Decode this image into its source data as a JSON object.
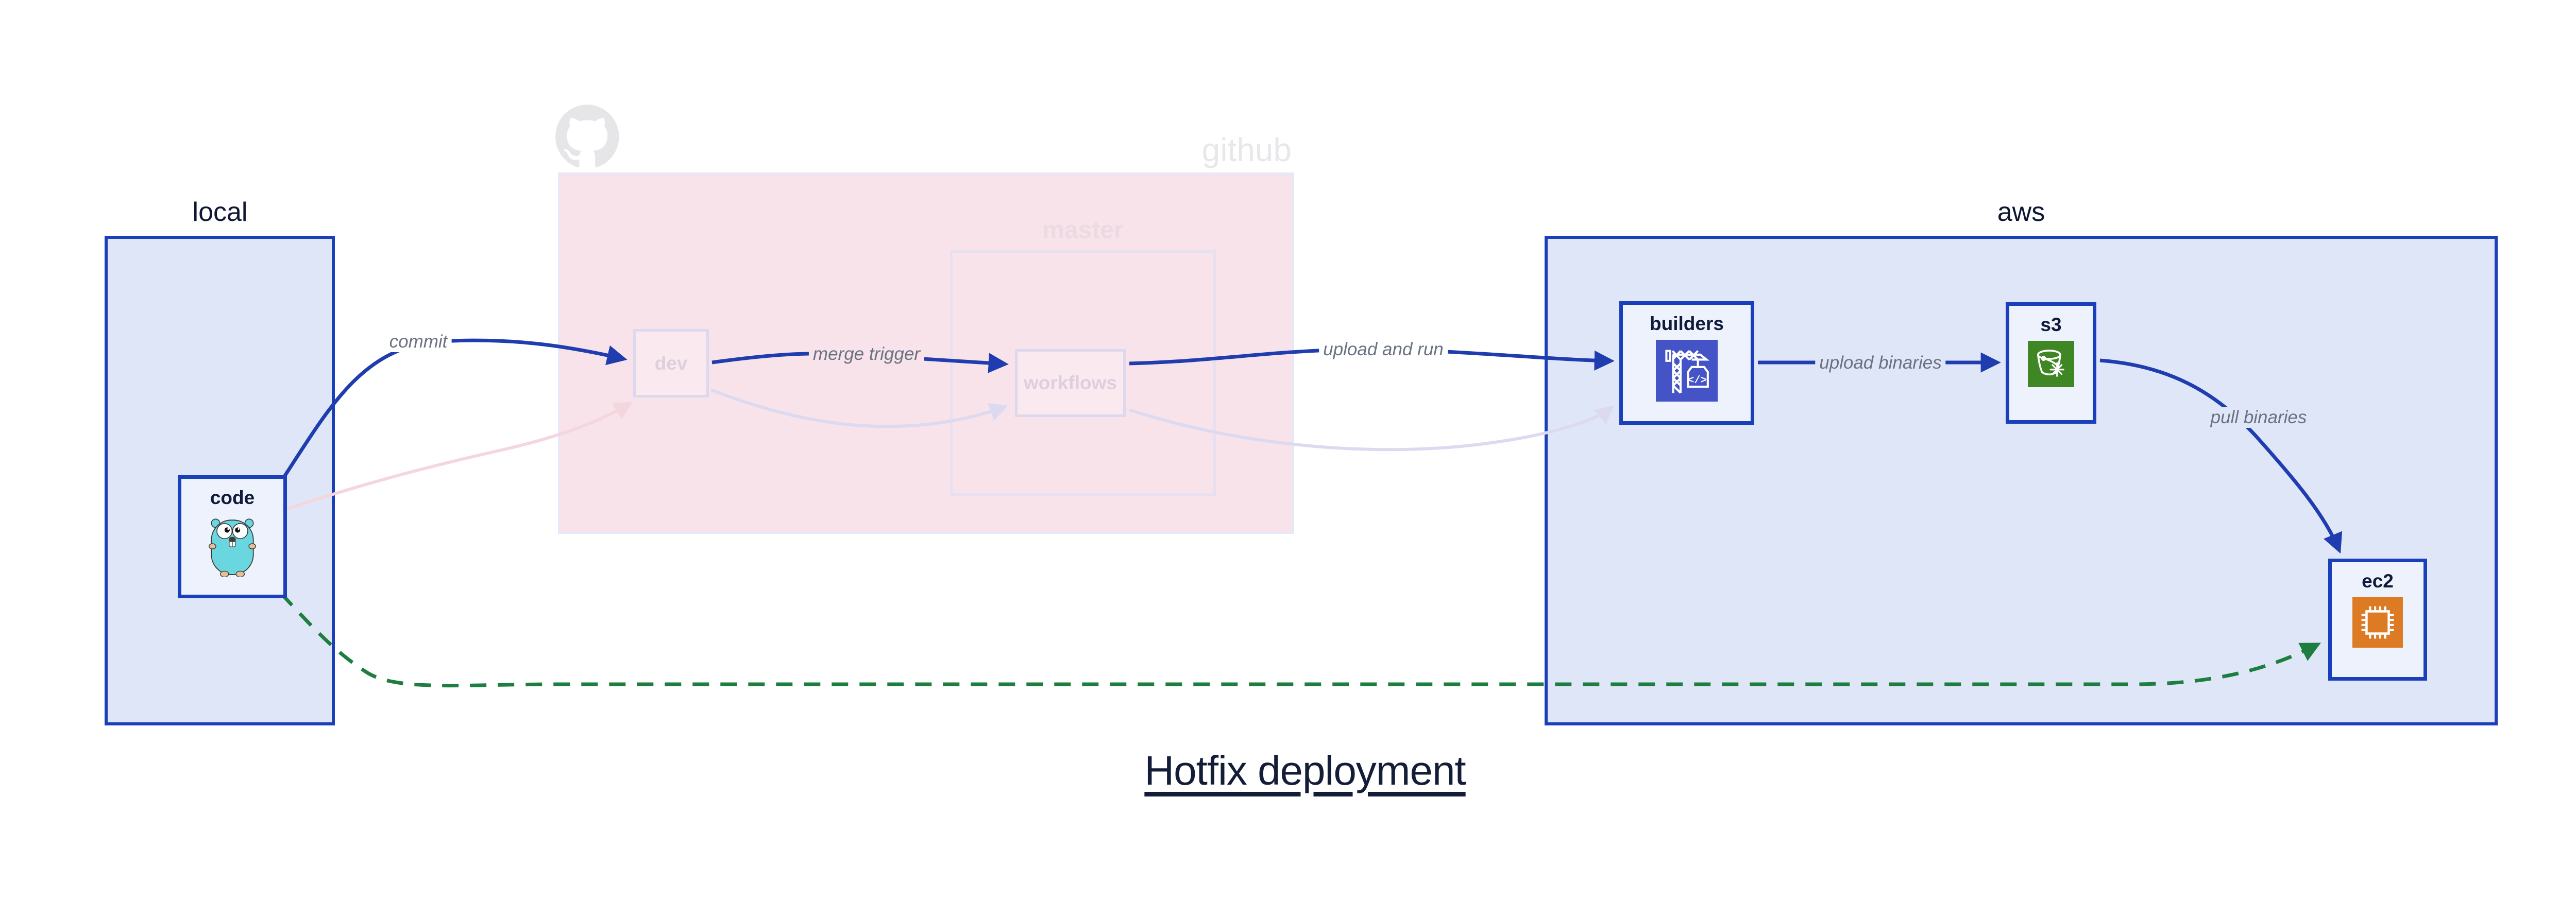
{
  "title": "Hotfix deployment",
  "containers": {
    "local": {
      "label": "local"
    },
    "github": {
      "label": "github"
    },
    "master": {
      "label": "master"
    },
    "aws": {
      "label": "aws"
    }
  },
  "nodes": {
    "code": {
      "label": "code",
      "icon": "go-gopher-icon"
    },
    "dev": {
      "label": "dev"
    },
    "workflows": {
      "label": "workflows"
    },
    "builders": {
      "label": "builders",
      "icon": "codebuild-crane-icon",
      "icon_color": "#4453c6"
    },
    "s3": {
      "label": "s3",
      "icon": "s3-bucket-icon",
      "icon_color": "#3f8624"
    },
    "ec2": {
      "label": "ec2",
      "icon": "ec2-chip-icon",
      "icon_color": "#dd7b24"
    }
  },
  "edges": [
    {
      "label": "commit",
      "from": "code",
      "to": "dev",
      "style": "solid-blue"
    },
    {
      "label": "merge trigger",
      "from": "dev",
      "to": "workflows",
      "style": "solid-blue"
    },
    {
      "label": "upload and run",
      "from": "workflows",
      "to": "builders",
      "style": "solid-blue"
    },
    {
      "label": "upload binaries",
      "from": "builders",
      "to": "s3",
      "style": "solid-blue"
    },
    {
      "label": "pull binaries",
      "from": "s3",
      "to": "ec2",
      "style": "solid-blue"
    },
    {
      "label": "",
      "from": "code",
      "to": "ec2",
      "style": "dashed-green"
    },
    {
      "label": "",
      "from": "code",
      "to": "dev",
      "style": "faded-pink"
    },
    {
      "label": "",
      "from": "dev",
      "to": "workflows",
      "style": "faded-lavender"
    },
    {
      "label": "",
      "from": "workflows",
      "to": "builders",
      "style": "faded-lavender"
    }
  ],
  "colors": {
    "container_fill": "#dfe6f8",
    "container_border": "#1a3fbb",
    "github_fill": "#f8e3ea",
    "edge_blue": "#1f3daf",
    "edge_green": "#1e7e40",
    "edge_faded_pink": "#f4d6de",
    "edge_faded_lavender": "#dcdaf0",
    "label_gray": "#6a7282",
    "text_dark": "#0f1b3a"
  }
}
